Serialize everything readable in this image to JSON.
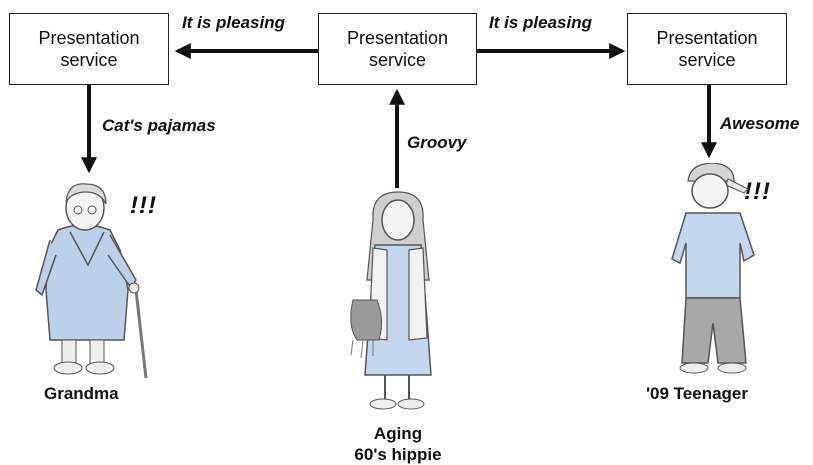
{
  "boxes": {
    "left": {
      "line1": "Presentation",
      "line2": "service"
    },
    "center": {
      "line1": "Presentation",
      "line2": "service"
    },
    "right": {
      "line1": "Presentation",
      "line2": "service"
    }
  },
  "arrow_labels": {
    "center_to_left": "It is pleasing",
    "center_to_right": "It is pleasing",
    "left_down": "Cat's pajamas",
    "center_up": "Groovy",
    "right_down": "Awesome"
  },
  "exclamations": {
    "grandma": "!!!",
    "teenager": "!!!"
  },
  "people": {
    "grandma": {
      "caption": "Grandma"
    },
    "hippie": {
      "caption_line1": "Aging",
      "caption_line2": "60's hippie"
    },
    "teenager": {
      "caption": "'09 Teenager"
    }
  }
}
